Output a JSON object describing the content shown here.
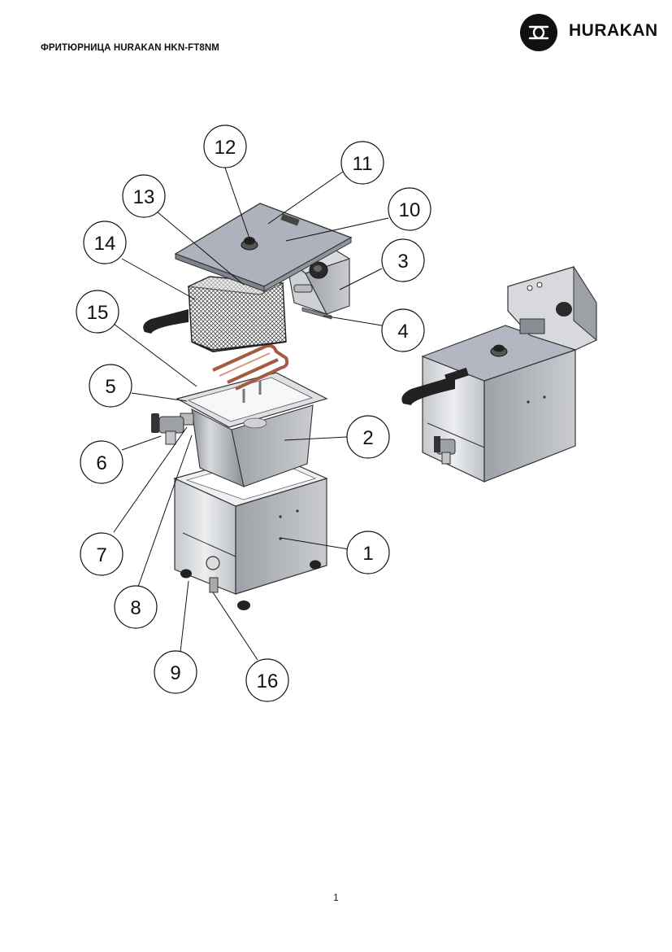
{
  "header": {
    "document_title": "ФРИТЮРНИЦА HURAKAN HKN-FT8NM",
    "brand_name": "HURAKAN",
    "brand_logo_icon": "infinity-loop-icon"
  },
  "callouts": [
    {
      "number": "1",
      "part": "body"
    },
    {
      "number": "2",
      "part": "oil-tank"
    },
    {
      "number": "3",
      "part": "control-box"
    },
    {
      "number": "4",
      "part": "control-box-bracket"
    },
    {
      "number": "5",
      "part": "tank-rim"
    },
    {
      "number": "6",
      "part": "drain-tap"
    },
    {
      "number": "7",
      "part": "tap-gasket"
    },
    {
      "number": "8",
      "part": "drain-pipe"
    },
    {
      "number": "9",
      "part": "foot"
    },
    {
      "number": "10",
      "part": "lid"
    },
    {
      "number": "11",
      "part": "lid-hinge"
    },
    {
      "number": "12",
      "part": "lid-knob"
    },
    {
      "number": "13",
      "part": "lid-panel"
    },
    {
      "number": "14",
      "part": "basket"
    },
    {
      "number": "15",
      "part": "heating-element"
    },
    {
      "number": "16",
      "part": "ground-terminal"
    }
  ],
  "colors": {
    "steel_light": "#e4e6ea",
    "steel_mid": "#b9bcc2",
    "steel_dark": "#7e828a",
    "lid_color": "#a9adb8",
    "heater_color": "#c9826c",
    "handle_color": "#222222"
  },
  "footer": {
    "page_number": "1"
  }
}
